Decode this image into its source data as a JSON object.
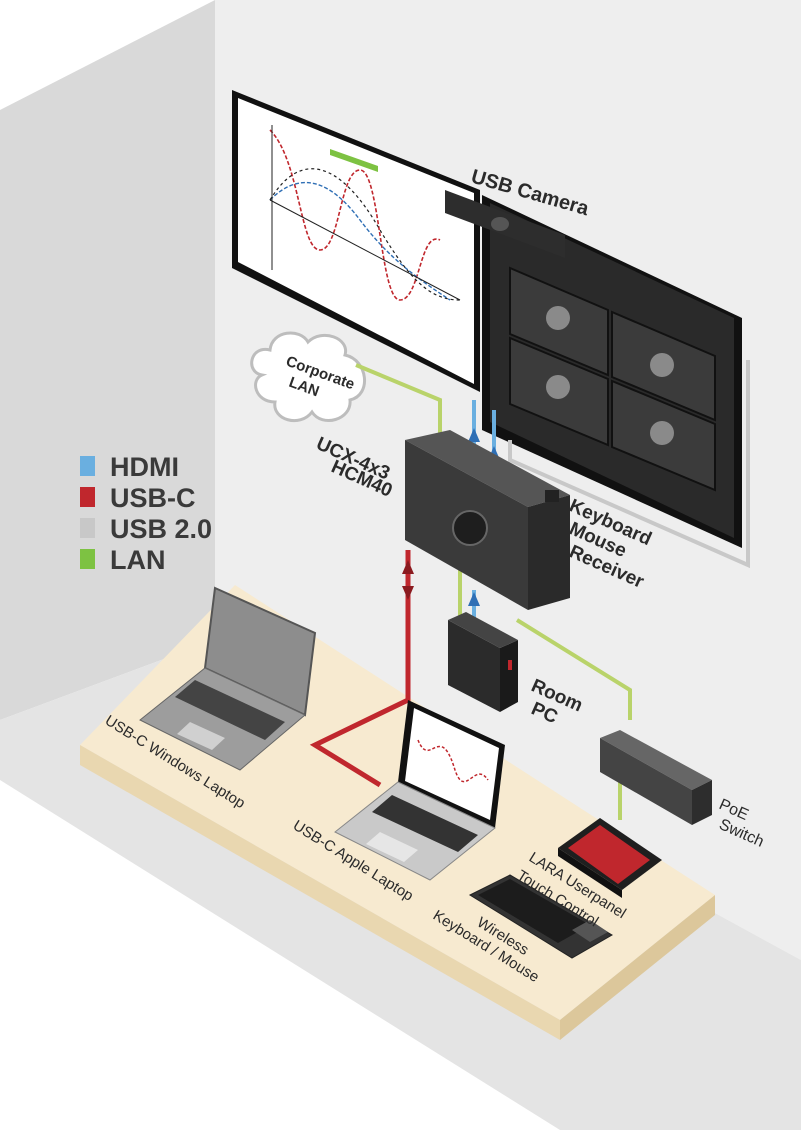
{
  "legend": [
    {
      "label": "HDMI",
      "color": "#6aafe0"
    },
    {
      "label": "USB-C",
      "color": "#2f6fb5"
    },
    {
      "label": "USB 2.0",
      "color": "#c0272d"
    },
    {
      "label": "LAN",
      "color": "#c8c8c8"
    },
    {
      "label": "",
      "color": "#7dc242"
    }
  ],
  "legend_texts": [
    "HDMI",
    "USB-C",
    "USB 2.0",
    "LAN"
  ],
  "devices": {
    "camera": "USB Camera",
    "corporate_lan_1": "Corporate",
    "corporate_lan_2": "LAN",
    "ucx_1": "UCX-4x3",
    "ucx_2": "HCM40",
    "receiver_1": "Keyboard",
    "receiver_2": "Mouse",
    "receiver_3": "Receiver",
    "room_pc_1": "Room",
    "room_pc_2": "PC",
    "poe_1": "PoE",
    "poe_2": "Switch",
    "lara_1": "LARA Userpanel",
    "lara_2": "Touch Control",
    "wireless_1": "Wireless",
    "wireless_2": "Keyboard / Mouse",
    "apple_laptop": "USB-C Apple Laptop",
    "windows_laptop": "USB-C Windows Laptop"
  },
  "colors": {
    "wall_left": "#dcdcdc",
    "wall_back": "#ececec",
    "floor": "#f6e9cf",
    "cable_usb2": "#c0272d",
    "cable_hdmi": "#6aafe0",
    "cable_lan": "#c8c8c8",
    "cable_lan_green": "#b9d36a"
  }
}
